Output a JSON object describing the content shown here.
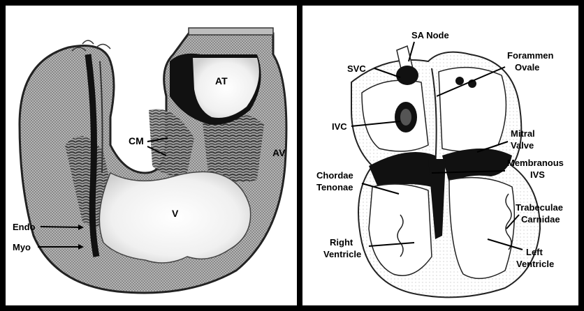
{
  "left_panel": {
    "labels": {
      "at": "AT",
      "cm": "CM",
      "av": "AV",
      "v": "V",
      "endo": "Endo",
      "myo": "Myo"
    }
  },
  "right_panel": {
    "labels": {
      "sa_node": "SA Node",
      "svc": "SVC",
      "forammen_line1": "Forammen",
      "forammen_line2": "Ovale",
      "ivc": "IVC",
      "mitral_line1": "Mitral",
      "mitral_line2": "Valve",
      "membranous_line1": "Membranous",
      "membranous_line2": "IVS",
      "chordae_line1": "Chordae",
      "chordae_line2": "Tenonae",
      "trabeculae_line1": "Trabeculae",
      "trabeculae_line2": "Carnidae",
      "right_ventricle_line1": "Right",
      "right_ventricle_line2": "Ventricle",
      "left_ventricle_line1": "Left",
      "left_ventricle_line2": "Ventricle"
    }
  },
  "colors": {
    "background": "#000000",
    "panel": "#ffffff",
    "tissue": "#9a9a9a",
    "tissue_dark": "#1a1a1a"
  }
}
